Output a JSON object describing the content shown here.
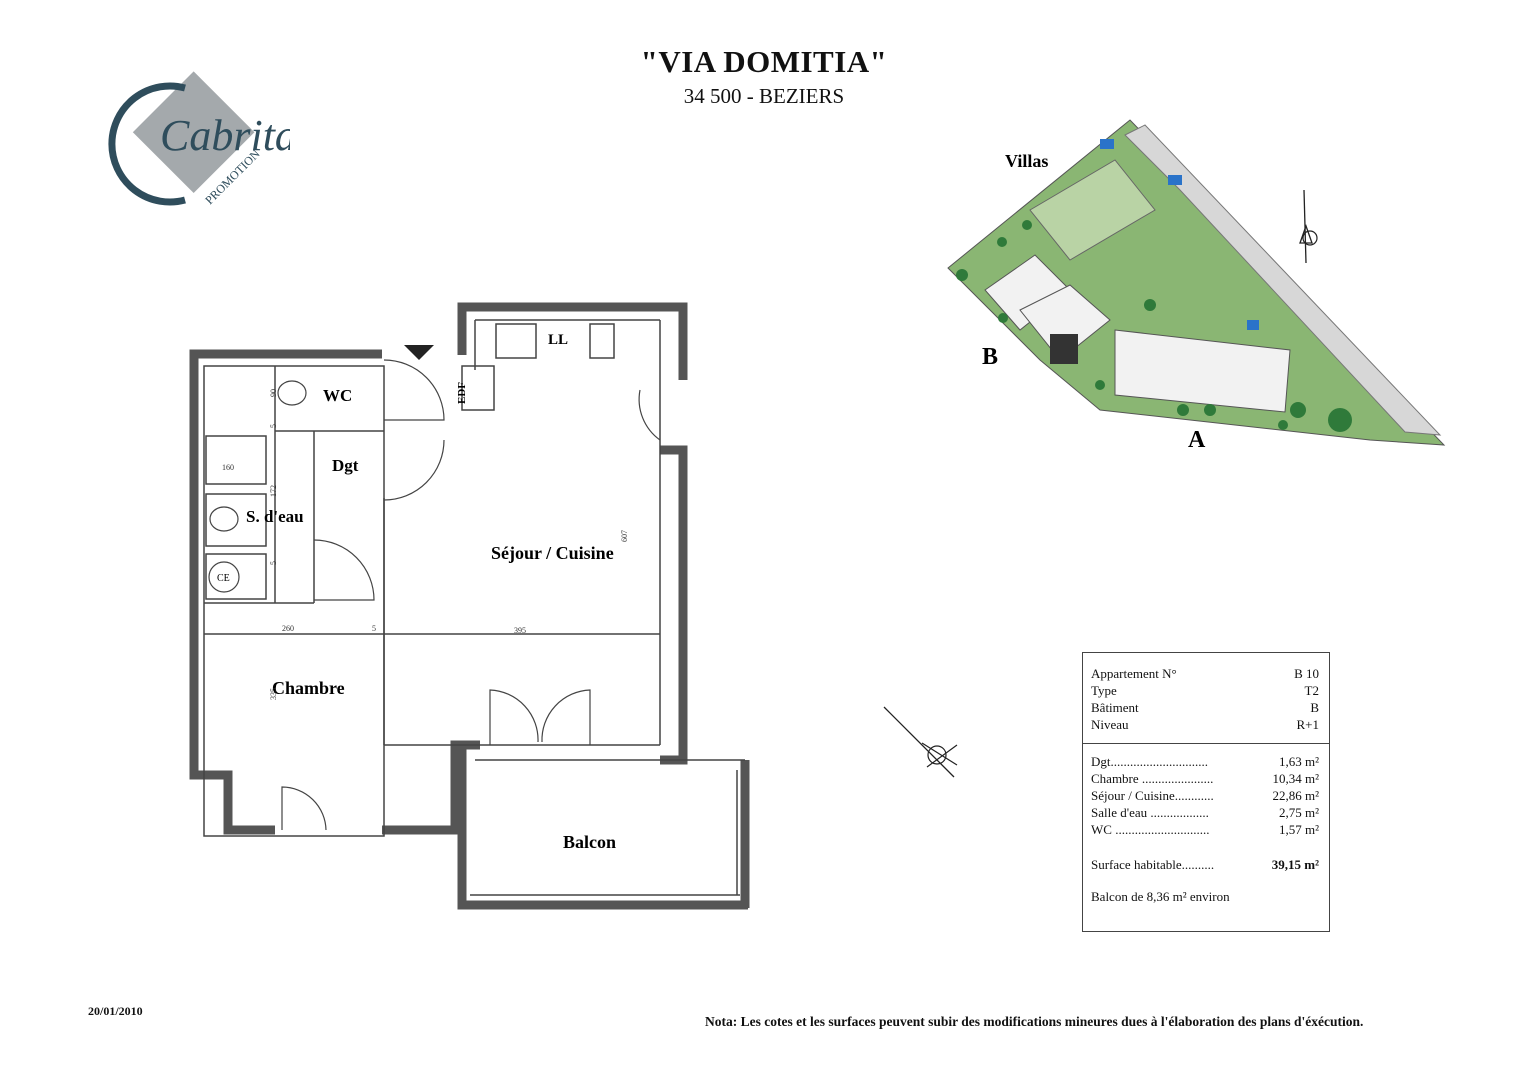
{
  "header": {
    "title": "\"VIA DOMITIA\"",
    "subtitle": "34 500 - BEZIERS"
  },
  "logo": {
    "name": "Cabrita",
    "tagline": "PROMOTION",
    "colors": {
      "primary": "#2f4d5c",
      "secondary": "#8c9396"
    }
  },
  "floor_plan": {
    "rooms": {
      "wc": "WC",
      "dgt": "Dgt",
      "sdeau": "S. d'eau",
      "sejour": "Séjour / Cuisine",
      "chambre": "Chambre",
      "balcon": "Balcon"
    },
    "fixtures": {
      "ll": "LL",
      "edf": "EDF",
      "ce": "CE"
    },
    "dimensions": {
      "d90": "90",
      "d5a": "5",
      "d160": "160",
      "d172": "172",
      "d5b": "5",
      "d260": "260",
      "d5c": "5",
      "d395": "395",
      "d607": "607",
      "d335": "335"
    }
  },
  "site_plan": {
    "labels": {
      "villas": "Villas",
      "building_a": "A",
      "building_b": "B"
    },
    "colors": {
      "green": "#6f9e5d",
      "pale": "#b9d3a5",
      "tree": "#2f7a3a",
      "highlight": "#333333",
      "parking": "#2a73c9"
    }
  },
  "info_table": {
    "rows": [
      {
        "label": "Appartement N°",
        "value": "B 10"
      },
      {
        "label": "Type",
        "value": "T2"
      },
      {
        "label": "Bâtiment",
        "value": "B"
      },
      {
        "label": "Niveau",
        "value": "R+1"
      }
    ],
    "surfaces": [
      {
        "label": "Dgt..............................",
        "value": "1,63 m²"
      },
      {
        "label": "Chambre ......................",
        "value": "10,34 m²"
      },
      {
        "label": "Séjour / Cuisine............",
        "value": "22,86 m²"
      },
      {
        "label": "Salle d'eau ..................",
        "value": "2,75 m²"
      },
      {
        "label": "WC .............................",
        "value": "1,57 m²"
      }
    ],
    "total": {
      "label": "Surface habitable..........",
      "value": "39,15 m²"
    },
    "balcony": "Balcon de 8,36 m² environ"
  },
  "footer": {
    "date": "20/01/2010",
    "note": "Nota: Les cotes et les surfaces peuvent subir des modifications mineures dues à l'élaboration des plans d'éxécution."
  }
}
